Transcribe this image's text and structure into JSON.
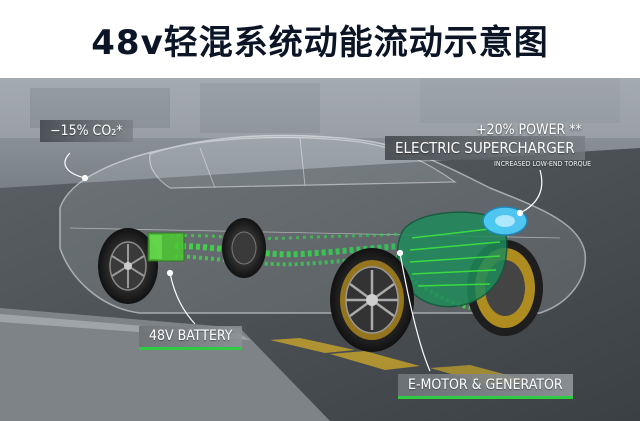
{
  "title": "48v轻混系统动能流动示意图",
  "labels": {
    "co2": "−15% CO₂*",
    "power": "+20% POWER **",
    "supercharger": "ELECTRIC SUPERCHARGER",
    "torque": "INCREASED LOW-END TORQUE",
    "battery": "48V BATTERY",
    "motor": "E-MOTOR & GENERATOR"
  },
  "colors": {
    "energy_flow": "#3ee83e",
    "battery": "#4cc832",
    "supercharger": "#4fd0ff",
    "motor_unit": "#1f8a5a",
    "wheel_hub_rear": "#c8a020",
    "label_underline": "#2ecc40"
  }
}
